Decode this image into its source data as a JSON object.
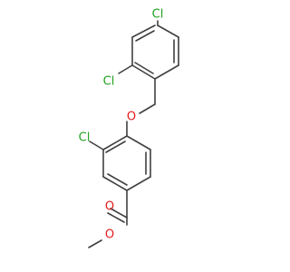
{
  "colors": {
    "bond": "#404040",
    "chlorine": "#1fa21f",
    "oxygen": "#e31a1a",
    "background": "#ffffff"
  },
  "molecule": {
    "atoms": {
      "cl_top": "Cl",
      "cl_upper_left": "Cl",
      "o_ether": "O",
      "cl_middle": "Cl",
      "o_carbonyl": "O",
      "o_ester": "O"
    }
  }
}
